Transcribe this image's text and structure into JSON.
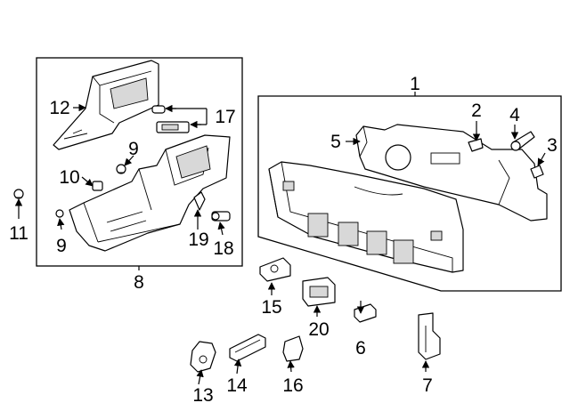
{
  "callouts": {
    "c1": "1",
    "c2": "2",
    "c3": "3",
    "c4": "4",
    "c5": "5",
    "c6": "6",
    "c7": "7",
    "c8": "8",
    "c9a": "9",
    "c9b": "9",
    "c10": "10",
    "c11": "11",
    "c12": "12",
    "c13": "13",
    "c14": "14",
    "c15": "15",
    "c16": "16",
    "c17": "17",
    "c18": "18",
    "c19": "19",
    "c20": "20"
  },
  "colors": {
    "line": "#000000",
    "background": "#ffffff",
    "shade": "#d8d8d8"
  }
}
